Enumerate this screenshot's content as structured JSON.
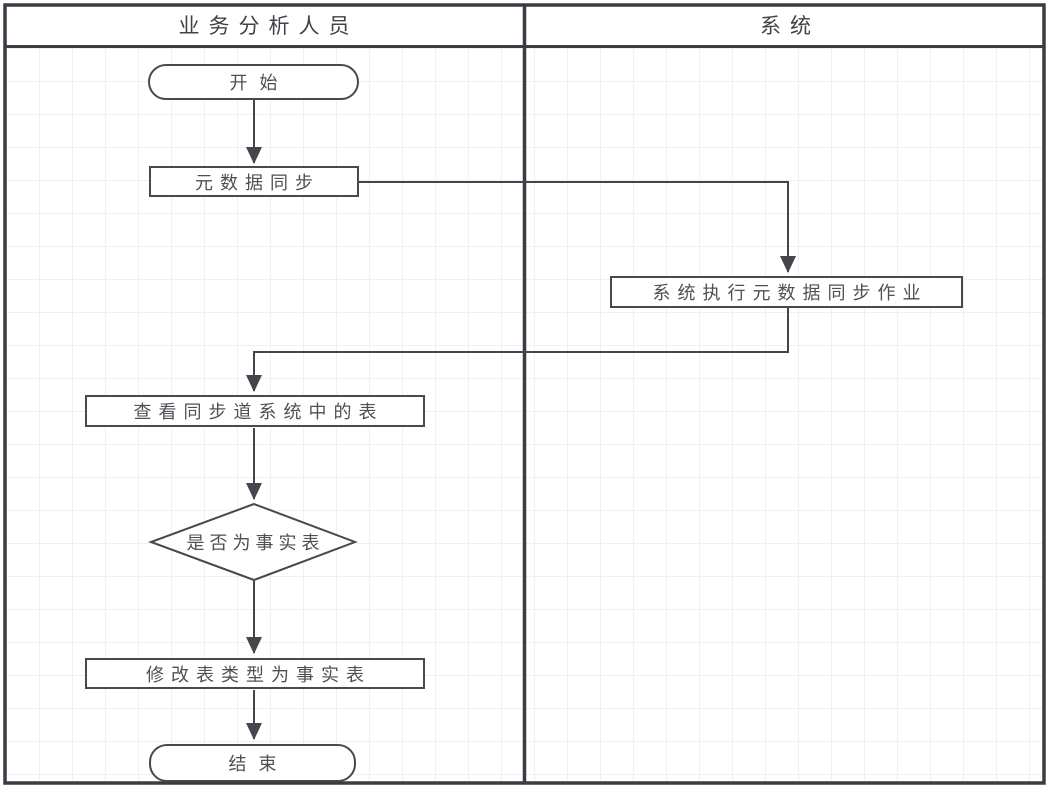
{
  "diagram": {
    "type": "flowchart-swimlane",
    "lanes": [
      {
        "label": "业务分析人员"
      },
      {
        "label": "系统"
      }
    ],
    "nodes": {
      "start": {
        "type": "terminator",
        "label": "开始",
        "lane": "业务分析人员"
      },
      "metadata_sync": {
        "type": "process",
        "label": "元数据同步",
        "lane": "业务分析人员"
      },
      "system_job": {
        "type": "process",
        "label": "系统执行元数据同步作业",
        "lane": "系统"
      },
      "view_tables": {
        "type": "process",
        "label": "查看同步道系统中的表",
        "lane": "业务分析人员"
      },
      "is_fact": {
        "type": "decision",
        "label": "是否为事实表",
        "lane": "业务分析人员"
      },
      "modify_type": {
        "type": "process",
        "label": "修改表类型为事实表",
        "lane": "业务分析人员"
      },
      "end": {
        "type": "terminator",
        "label": "结束",
        "lane": "业务分析人员"
      }
    },
    "edges": [
      {
        "from": "start",
        "to": "metadata_sync"
      },
      {
        "from": "metadata_sync",
        "to": "system_job"
      },
      {
        "from": "system_job",
        "to": "view_tables"
      },
      {
        "from": "view_tables",
        "to": "is_fact"
      },
      {
        "from": "is_fact",
        "to": "modify_type"
      },
      {
        "from": "modify_type",
        "to": "end"
      }
    ],
    "colors": {
      "line": "#43474c",
      "node_border": "#46494e",
      "text": "#4d5156",
      "grid": "#f0f0f4",
      "background": "#ffffff"
    }
  }
}
